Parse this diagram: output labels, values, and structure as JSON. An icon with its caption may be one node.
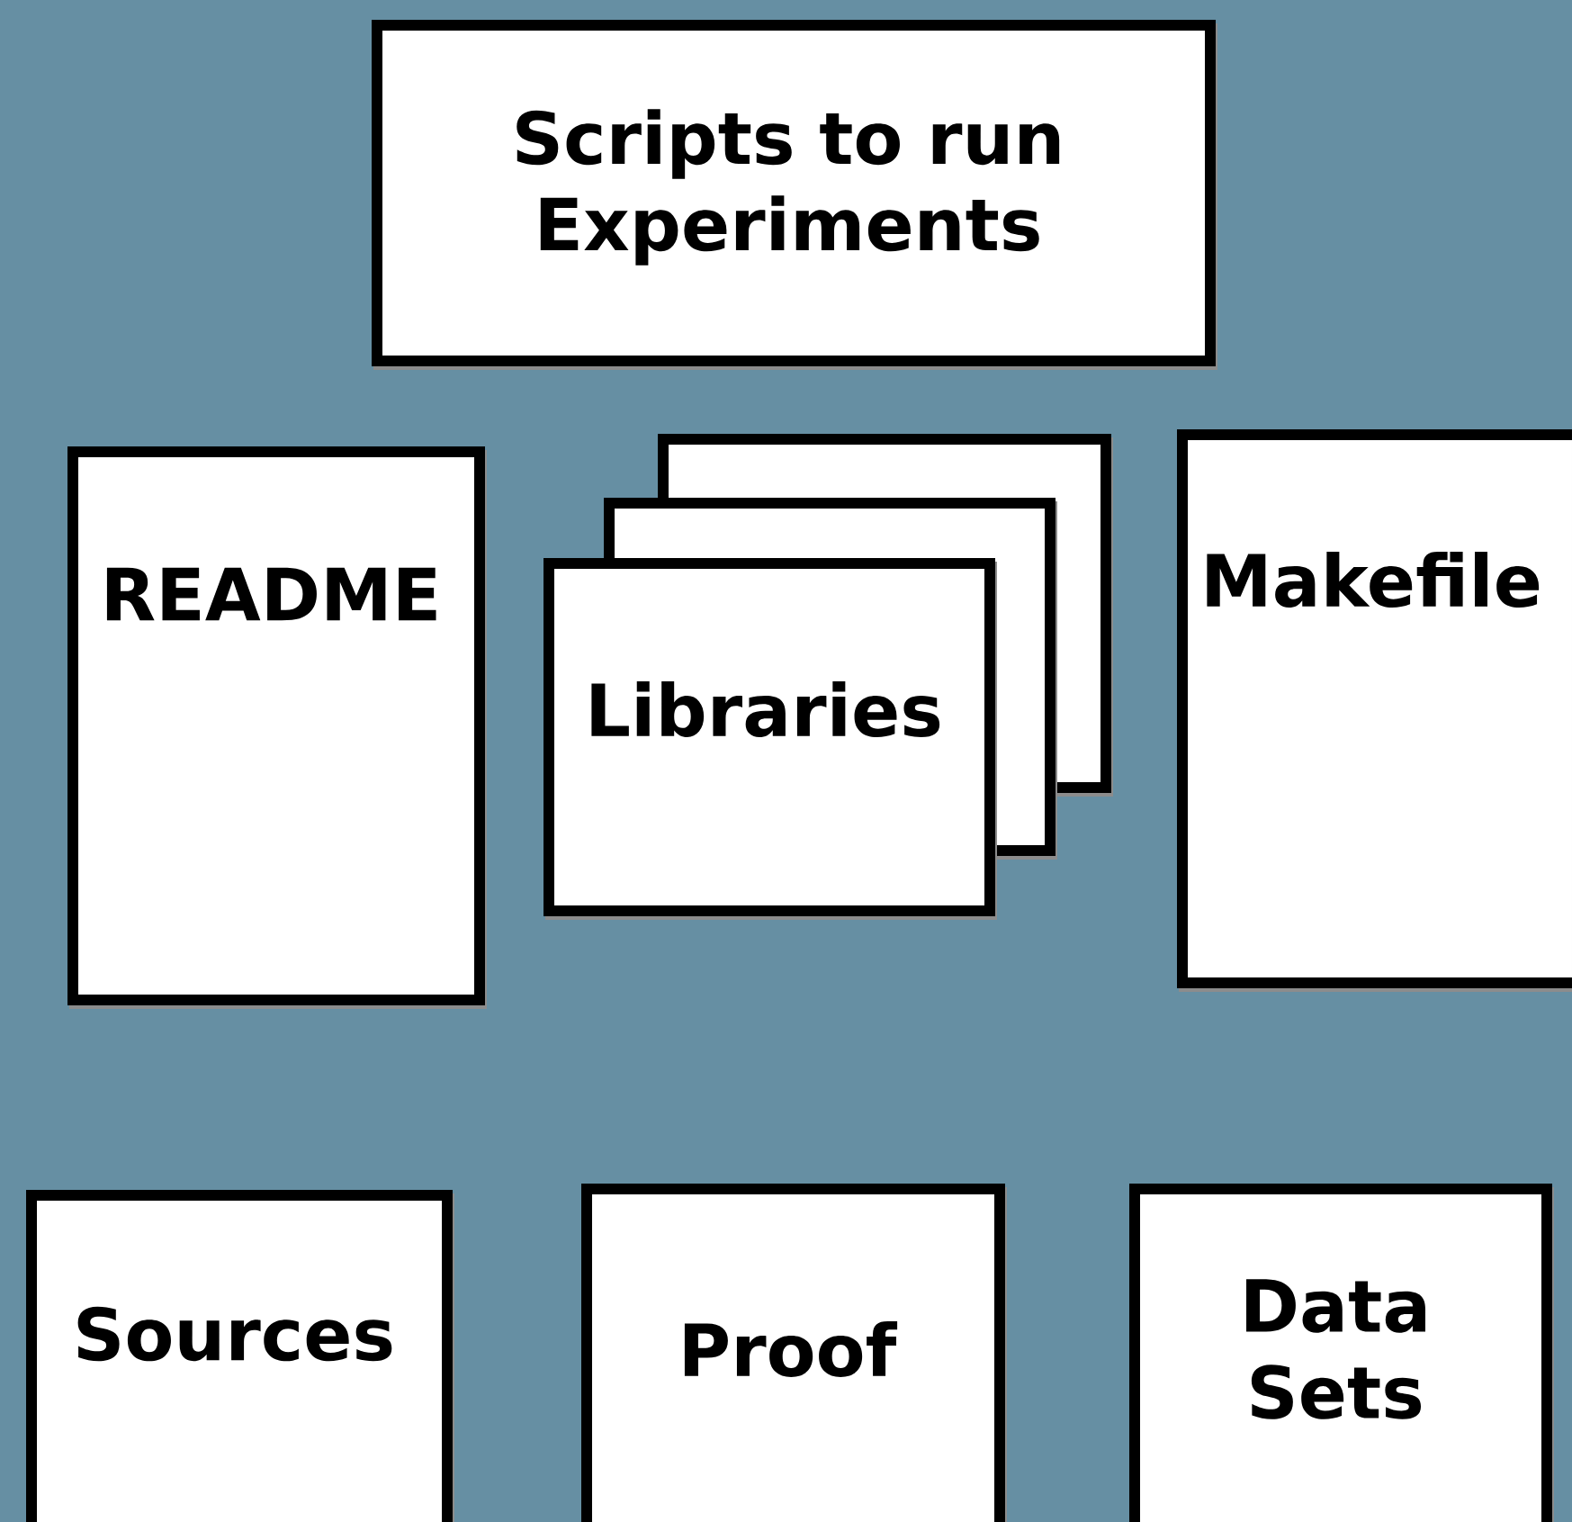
{
  "diagram": {
    "nodes": [
      {
        "text": [
          "Scripts to run Experiments"
        ]
      },
      {
        "text": [
          "README"
        ]
      },
      {
        "text": [],
        "shape": "box"
      },
      {
        "text": [],
        "shape": "box"
      },
      {
        "text": [
          "Libraries"
        ]
      },
      {
        "text": [
          "Makefile"
        ]
      },
      {
        "text": [
          "Sources"
        ]
      },
      {
        "text": [
          "Proof"
        ]
      },
      {
        "text": [
          "Data Sets"
        ]
      }
    ]
  }
}
